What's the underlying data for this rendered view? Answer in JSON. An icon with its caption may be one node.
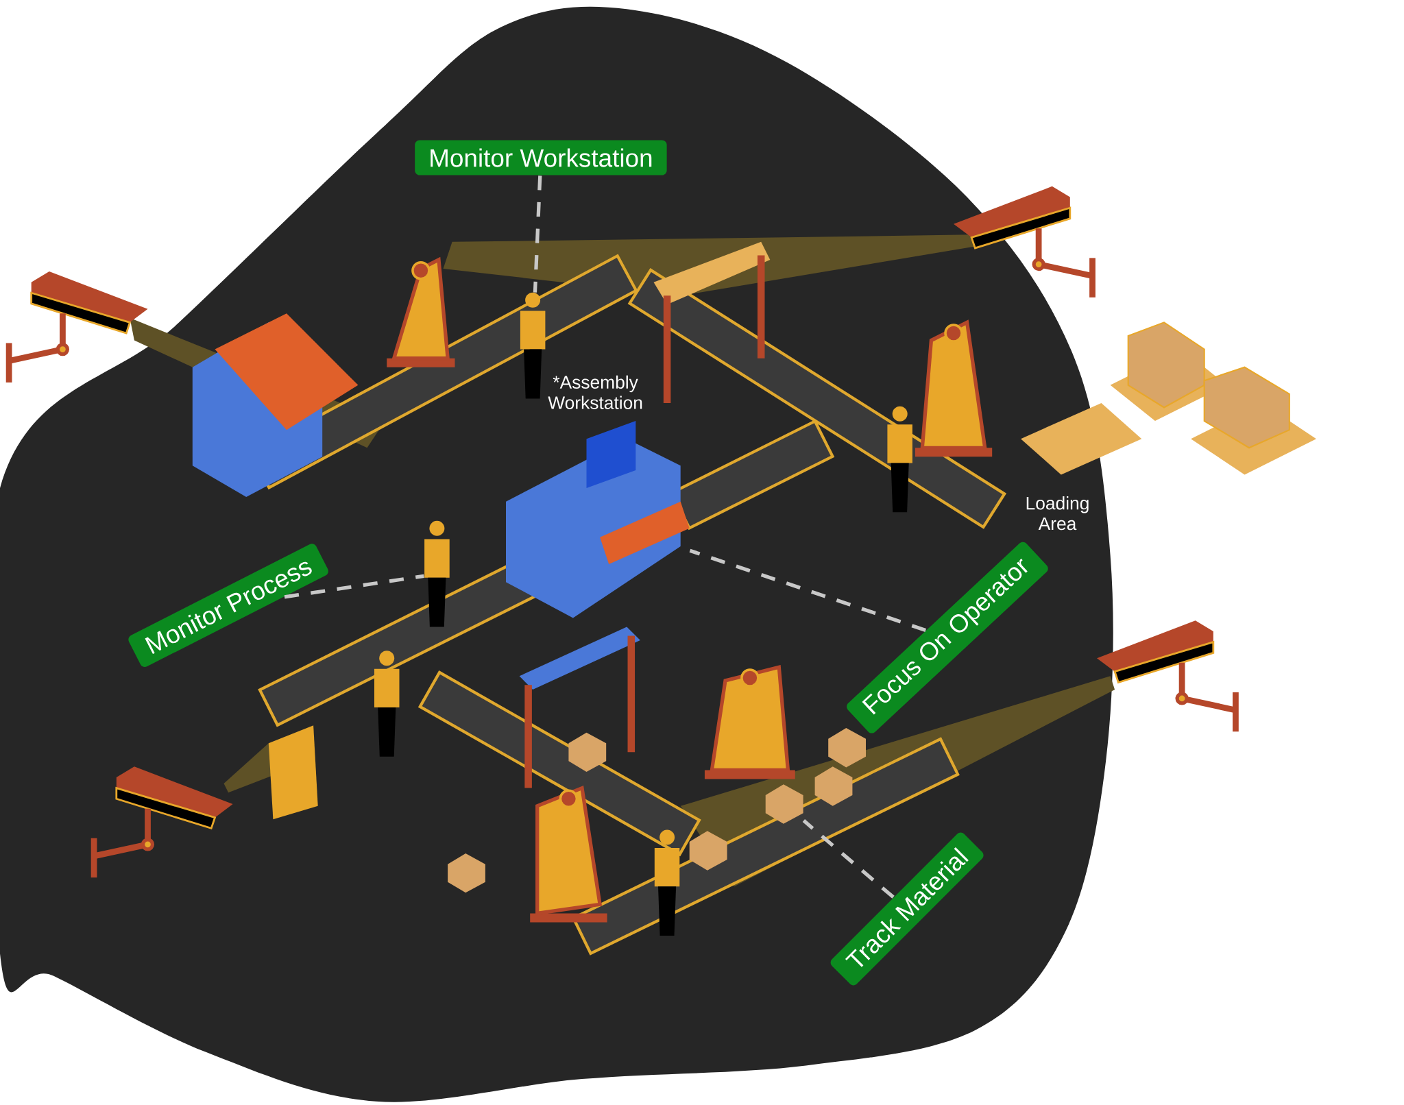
{
  "diagram": {
    "nodes": [
      {
        "text": [
          "Monitor Workstation"
        ]
      },
      {
        "text": [
          "Monitor Process"
        ]
      },
      {
        "text": [
          "Focus On Operator"
        ]
      },
      {
        "text": [
          "Track Material"
        ]
      },
      {
        "text": [],
        "shape": "person"
      },
      {
        "text": [],
        "shape": "person"
      },
      {
        "text": [],
        "shape": "picture"
      },
      {
        "text": [],
        "shape": "picture"
      }
    ],
    "edges": [
      {
        "from": 0,
        "to": 4,
        "arrow": "none",
        "style": "dashed"
      },
      {
        "from": 1,
        "to": 5,
        "arrow": "none",
        "style": "dashed"
      },
      {
        "from": 2,
        "to": 6,
        "arrow": "none",
        "style": "dashed"
      },
      {
        "from": 3,
        "to": 7,
        "arrow": "none",
        "style": "dashed"
      }
    ],
    "labels": [
      "*Assembly Workstation",
      "Loading Area"
    ]
  }
}
